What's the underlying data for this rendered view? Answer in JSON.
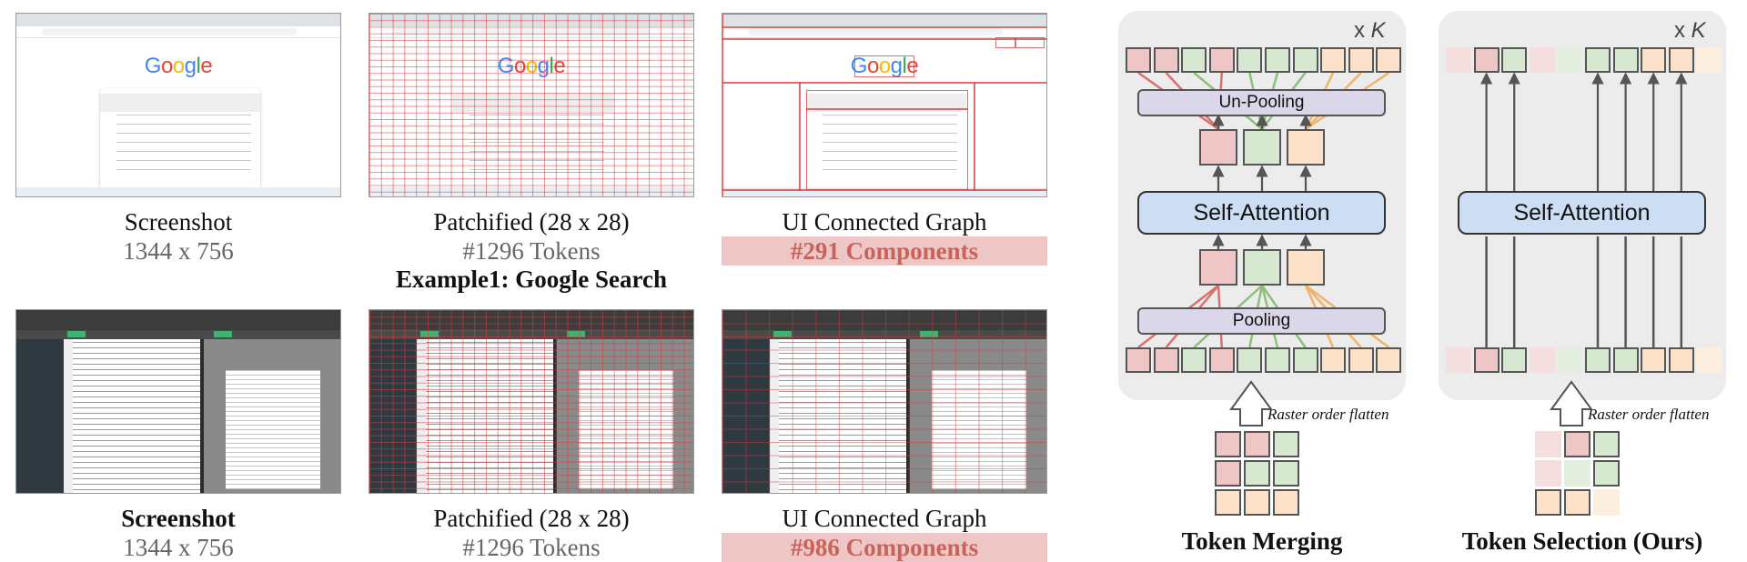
{
  "thumbnails": {
    "google_logo": "Google"
  },
  "row1": {
    "captions": [
      {
        "title": "Screenshot",
        "sub": "1344 x 756"
      },
      {
        "title": "Patchified (28 x 28)",
        "sub": "#1296 Tokens"
      },
      {
        "title": "UI Connected Graph",
        "sub": "#291 Components"
      }
    ],
    "example_title": "Example1: Google Search"
  },
  "row2": {
    "captions": [
      {
        "title": "Screenshot",
        "sub": "1344 x 756"
      },
      {
        "title": "Patchified (28 x 28)",
        "sub": "#1296 Tokens"
      },
      {
        "title": "UI Connected Graph",
        "sub": "#986 Components"
      }
    ]
  },
  "merging": {
    "repeat": "x",
    "repeat_var": "K",
    "unpool": "Un-Pooling",
    "attention": "Self-Attention",
    "pool": "Pooling",
    "raster": "Raster order flatten",
    "label": "Token Merging",
    "token_colors": [
      "red",
      "red",
      "grn",
      "red",
      "grn",
      "grn",
      "grn",
      "org",
      "org",
      "org"
    ]
  },
  "selection": {
    "repeat": "x",
    "repeat_var": "K",
    "attention": "Self-Attention",
    "raster": "Raster order flatten",
    "label": "Token Selection (Ours)",
    "token_colors": [
      "red",
      "red",
      "grn",
      "red",
      "grn",
      "grn",
      "grn",
      "org",
      "org",
      "org"
    ],
    "token_selected": [
      false,
      true,
      true,
      false,
      false,
      true,
      true,
      true,
      true,
      false
    ]
  },
  "colors": {
    "red_token": "#efc6c6",
    "green_token": "#d6e8d0",
    "orange_token": "#fbe2c8",
    "attention": "#cdddf4",
    "pooling": "#dcd6ea",
    "panel": "#ececec",
    "component_count": "#c8635a"
  }
}
